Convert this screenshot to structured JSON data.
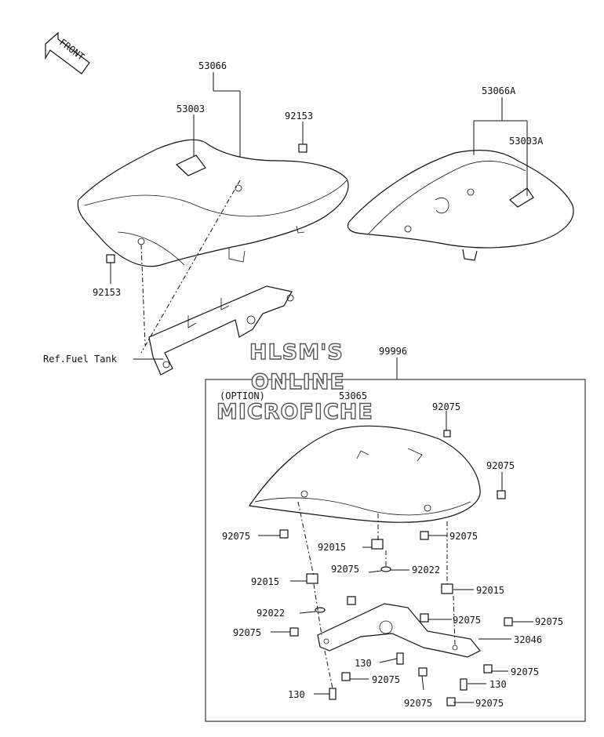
{
  "diagram": {
    "front_arrow": "FRONT",
    "watermark": [
      "HLSM'S",
      "ONLINE",
      "MICROFICHE"
    ],
    "option_label": "(OPTION)",
    "parts": {
      "p53066": "53066",
      "p53003": "53003",
      "p92153_top": "92153",
      "p92153_left": "92153",
      "p53066A": "53066A",
      "p53003A": "53003A",
      "ref_fuel_tank": "Ref.Fuel Tank",
      "p99996": "99996",
      "p53065": "53065",
      "p92075_a": "92075",
      "p92075_b": "92075",
      "p92075_c": "92075",
      "p92075_d": "92075",
      "p92015_a": "92015",
      "p92075_e": "92075",
      "p92022_a": "92022",
      "p92015_b": "92015",
      "p92015_c": "92015",
      "p92022_b": "92022",
      "p92075_f": "92075",
      "p92075_g": "92075",
      "p92075_h": "92075",
      "p32046": "32046",
      "p130_a": "130",
      "p92075_i": "92075",
      "p92075_j": "92075",
      "p130_b": "130",
      "p130_c": "130",
      "p92075_k": "92075",
      "p92075_l": "92075"
    }
  }
}
